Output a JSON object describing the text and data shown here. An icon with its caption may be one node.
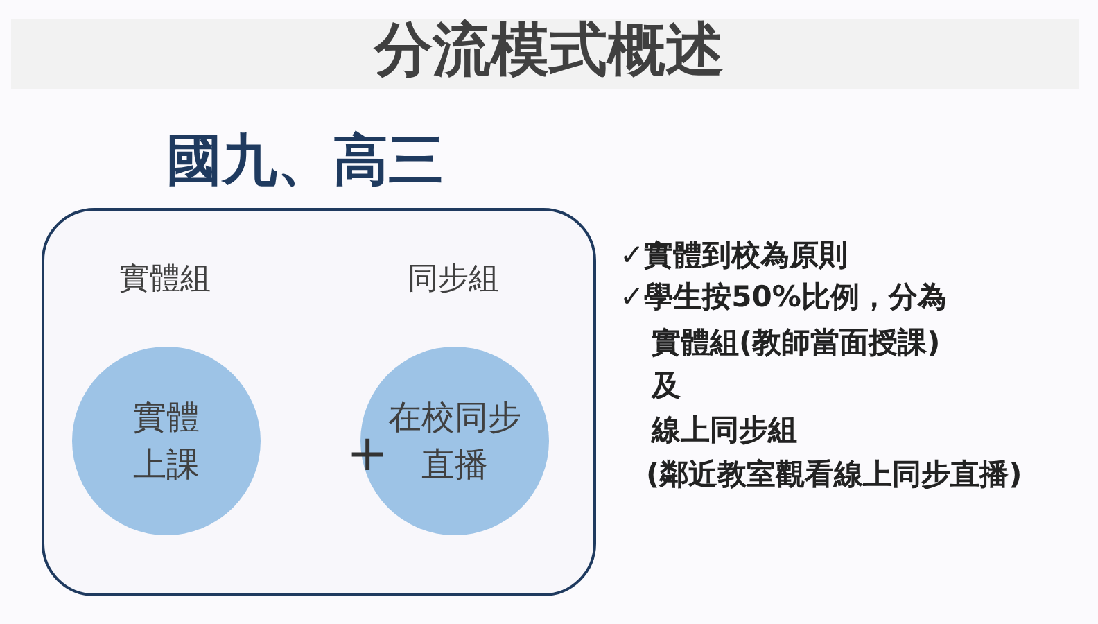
{
  "diagram": {
    "title": "分流模式概述",
    "nodes": [
      {
        "text": [
          "國九、高三"
        ]
      },
      {
        "text": [
          "實體上課"
        ],
        "in": 0,
        "beside": [
          "實體組"
        ]
      },
      {
        "text": [
          "在校同步直播"
        ],
        "in": 0,
        "beside": [
          "同步組"
        ]
      }
    ],
    "edges": [],
    "labels": [
      "+",
      "✓實體到校為原則",
      "✓學生按50%比例，分為",
      "實體組(教師當面授課)",
      "及",
      "線上同步組",
      "(鄰近教室觀看線上同步直播)"
    ]
  }
}
